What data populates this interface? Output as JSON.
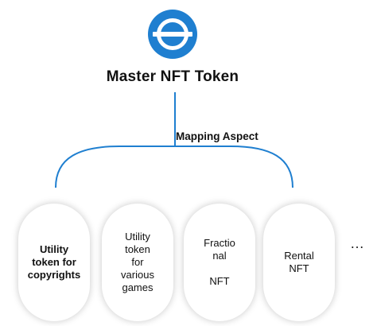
{
  "title": "Master NFT Token",
  "mapping_label": "Mapping Aspect",
  "logo_icon": "token-logo-icon",
  "colors": {
    "accent": "#1f7fd0",
    "text": "#111111"
  },
  "tokens": [
    {
      "label": "Utility\ntoken for\ncopyrights",
      "bold": true
    },
    {
      "label": "Utility\ntoken\nfor\nvarious\ngames",
      "bold": false
    },
    {
      "label": "Fractio\nnal\n\nNFT",
      "bold": false
    },
    {
      "label": "Rental\nNFT",
      "bold": false
    }
  ],
  "more_indicator": "…"
}
